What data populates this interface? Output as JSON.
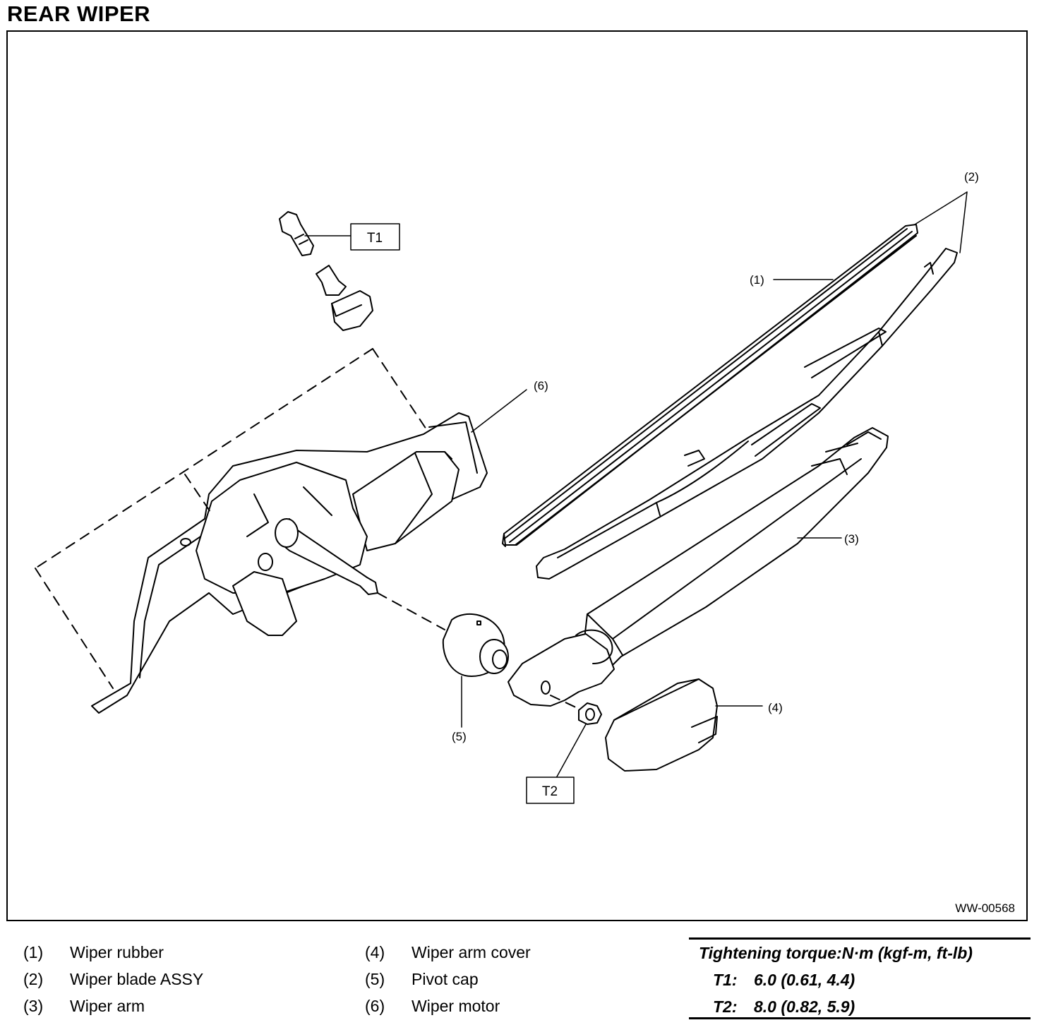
{
  "title": "REAR WIPER",
  "figure_id": "WW-00568",
  "callouts": {
    "c1": "(1)",
    "c2": "(2)",
    "c3": "(3)",
    "c4": "(4)",
    "c5": "(5)",
    "c6": "(6)"
  },
  "torque_boxes": {
    "t1": "T1",
    "t2": "T2"
  },
  "legend": [
    {
      "num": "(1)",
      "label": "Wiper rubber"
    },
    {
      "num": "(2)",
      "label": "Wiper blade ASSY"
    },
    {
      "num": "(3)",
      "label": "Wiper arm"
    },
    {
      "num": "(4)",
      "label": "Wiper arm cover"
    },
    {
      "num": "(5)",
      "label": "Pivot cap"
    },
    {
      "num": "(6)",
      "label": "Wiper motor"
    }
  ],
  "torque": {
    "heading": "Tightening torque:N·m (kgf-m, ft-lb)",
    "rows": [
      {
        "label": "T1:",
        "value": "6.0 (0.61, 4.4)"
      },
      {
        "label": "T2:",
        "value": "8.0 (0.82, 5.9)"
      }
    ]
  }
}
